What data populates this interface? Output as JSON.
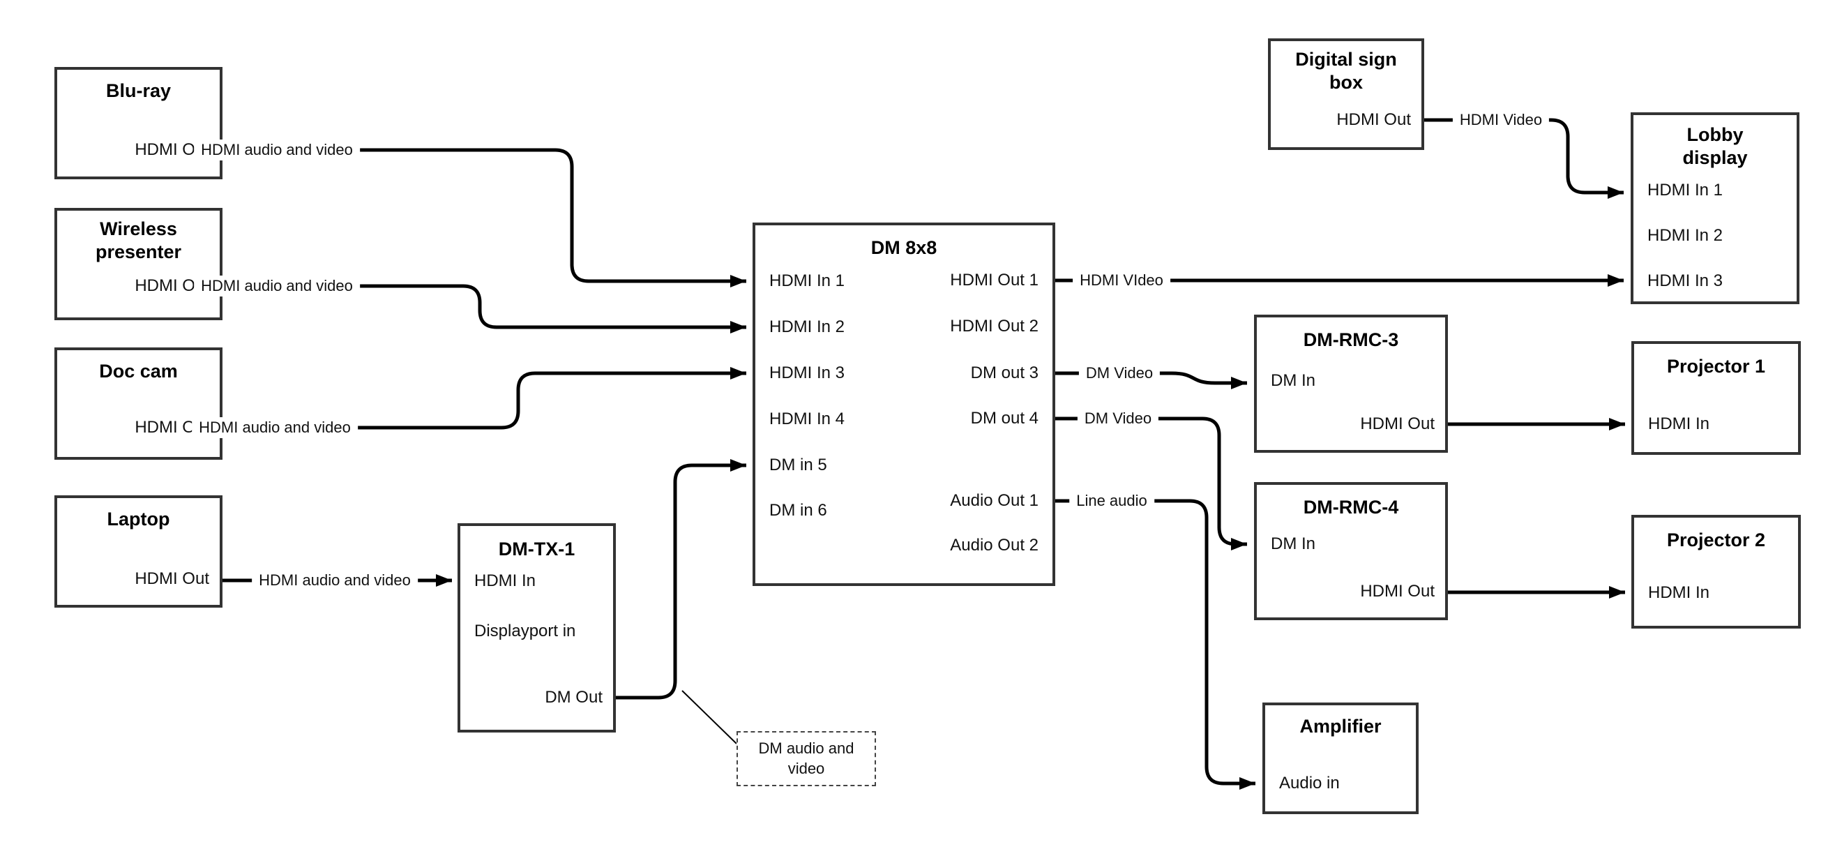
{
  "colors": {
    "background": "#ffffff",
    "box_border": "#333333",
    "wire": "#000000",
    "text": "#000000"
  },
  "nodes": {
    "bluray": {
      "title": "Blu-ray",
      "ports": {
        "hdmi_out": "HDMI Out"
      }
    },
    "wireless_presenter": {
      "title": "Wireless presenter",
      "ports": {
        "hdmi_out": "HDMI Out"
      }
    },
    "doc_cam": {
      "title": "Doc cam",
      "ports": {
        "hdmi_out": "HDMI Out"
      }
    },
    "laptop": {
      "title": "Laptop",
      "ports": {
        "hdmi_out": "HDMI Out"
      }
    },
    "dm_tx_1": {
      "title": "DM-TX-1",
      "ports": {
        "hdmi_in": "HDMI In",
        "displayport_in": "Displayport in",
        "dm_out": "DM Out"
      }
    },
    "dm_8x8": {
      "title": "DM 8x8",
      "ports": {
        "hdmi_in_1": "HDMI In 1",
        "hdmi_in_2": "HDMI In 2",
        "hdmi_in_3": "HDMI In 3",
        "hdmi_in_4": "HDMI In 4",
        "dm_in_5": "DM in 5",
        "dm_in_6": "DM in 6",
        "hdmi_out_1": "HDMI Out 1",
        "hdmi_out_2": "HDMI Out 2",
        "dm_out_3": "DM out 3",
        "dm_out_4": "DM out 4",
        "audio_out_1": "Audio Out 1",
        "audio_out_2": "Audio Out 2"
      }
    },
    "digital_sign_box": {
      "title": "Digital sign box",
      "ports": {
        "hdmi_out": "HDMI Out"
      }
    },
    "lobby_display": {
      "title": "Lobby display",
      "ports": {
        "hdmi_in_1": "HDMI In 1",
        "hdmi_in_2": "HDMI In 2",
        "hdmi_in_3": "HDMI In 3"
      }
    },
    "dm_rmc_3": {
      "title": "DM-RMC-3",
      "ports": {
        "dm_in": "DM In",
        "hdmi_out": "HDMI Out"
      }
    },
    "projector_1": {
      "title": "Projector 1",
      "ports": {
        "hdmi_in": "HDMI In"
      }
    },
    "dm_rmc_4": {
      "title": "DM-RMC-4",
      "ports": {
        "dm_in": "DM In",
        "hdmi_out": "HDMI Out"
      }
    },
    "projector_2": {
      "title": "Projector 2",
      "ports": {
        "hdmi_in": "HDMI In"
      }
    },
    "amplifier": {
      "title": "Amplifier",
      "ports": {
        "audio_in": "Audio in"
      }
    }
  },
  "edge_labels": {
    "bluray_to_dm8x8": "HDMI audio and video",
    "wireless_to_dm8x8": "HDMI audio and video",
    "doc_cam_to_dm8x8": "HDMI audio and video",
    "laptop_to_dm_tx_1": "HDMI audio and video",
    "hdmi_out_1": "HDMI VIdeo",
    "dm_out_3": "DM Video",
    "dm_out_4": "DM Video",
    "audio_out_1": "Line audio",
    "digital_sign_to_lobby": "HDMI Video"
  },
  "annotation": {
    "text": "DM audio and video"
  }
}
